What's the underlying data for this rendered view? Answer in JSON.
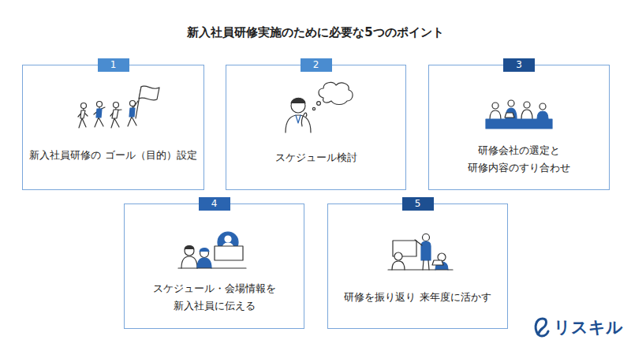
{
  "diagram": {
    "title": "新入社員研修実施のために必要な5つのポイント",
    "nodes": [
      {
        "text": [
          "1",
          "新入社員研修の ゴール（目的）設定"
        ]
      },
      {
        "text": [
          "2",
          "スケジュール検討"
        ]
      },
      {
        "text": [
          "3",
          "研修会社の選定と 研修内容のすり合わせ"
        ]
      },
      {
        "text": [
          "4",
          "スケジュール・会場情報を 新入社員に伝える"
        ]
      },
      {
        "text": [
          "5",
          "研修を振り返り 来年度に活かす"
        ]
      }
    ],
    "labels": [
      "リスキル"
    ]
  }
}
